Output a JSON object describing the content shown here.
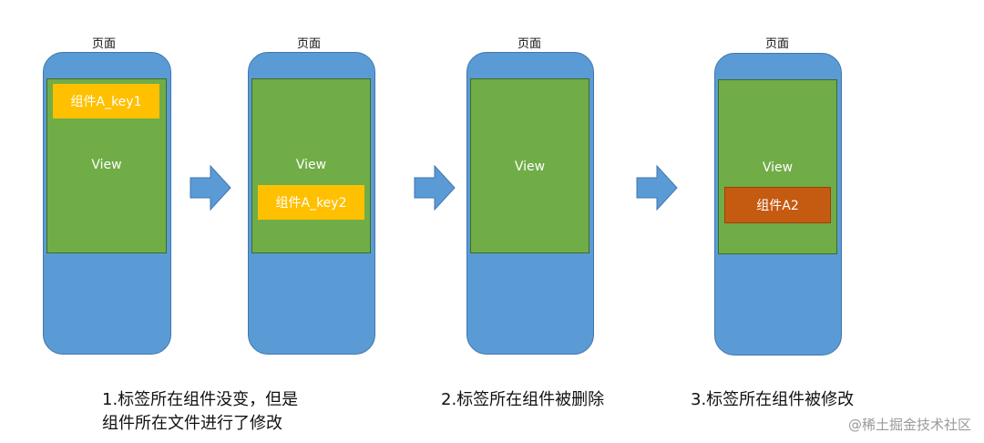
{
  "page_label": "页面",
  "view_label": "View",
  "steps": [
    {
      "component": "组件A_key1"
    },
    {
      "component": "组件A_key2"
    },
    {
      "component": ""
    },
    {
      "component": "组件A2"
    }
  ],
  "captions": {
    "c1_line1": "1.标签所在组件没变，但是",
    "c1_line2": "组件所在文件进行了修改",
    "c2": "2.标签所在组件被删除",
    "c3": "3.标签所在组件被修改"
  },
  "watermark": "@稀土掘金技术社区",
  "colors": {
    "phone": "#5b9bd5",
    "view": "#70ad47",
    "component_unchanged": "#ffc000",
    "component_modified": "#c55a11",
    "arrow": "#5b9bd5"
  }
}
